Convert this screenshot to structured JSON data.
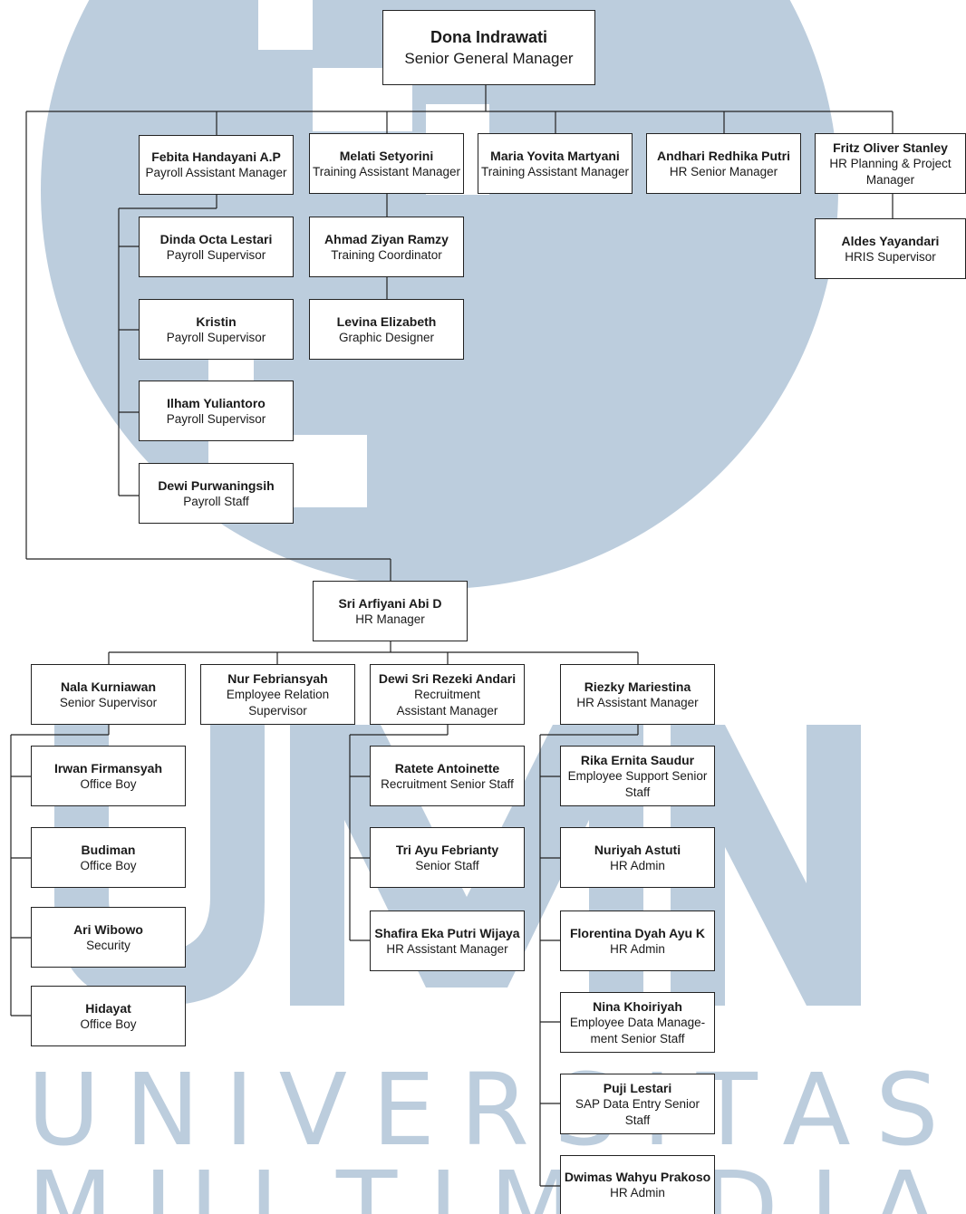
{
  "watermark": {
    "row1": [
      "U",
      "N",
      "I",
      "V",
      "E",
      "R",
      "S",
      "I",
      "T",
      "A",
      "S"
    ],
    "row2": [
      "M",
      "U",
      "L",
      "T",
      "I",
      "M",
      "E",
      "D",
      "I",
      "A"
    ],
    "color": "#bccddd"
  },
  "nodes": {
    "dona": {
      "name": "Dona Indrawati",
      "role": "Senior General Manager"
    },
    "febita": {
      "name": "Febita Handayani A.P",
      "role": "Payroll Assistant Manager"
    },
    "melati": {
      "name": "Melati Setyorini",
      "role": "Training Assistant Manager"
    },
    "maria": {
      "name": "Maria Yovita Martyani",
      "role": "Training Assistant Manager"
    },
    "andhari": {
      "name": "Andhari Redhika Putri",
      "role": "HR Senior Manager"
    },
    "fritz": {
      "name": "Fritz Oliver Stanley",
      "role": "HR Planning & Project Manager"
    },
    "dinda": {
      "name": "Dinda Octa Lestari",
      "role": "Payroll Supervisor"
    },
    "ahmad": {
      "name": "Ahmad Ziyan Ramzy",
      "role": "Training Coordinator"
    },
    "aldes": {
      "name": "Aldes Yayandari",
      "role": "HRIS Supervisor"
    },
    "kristin": {
      "name": "Kristin",
      "role": "Payroll Supervisor"
    },
    "levina": {
      "name": "Levina Elizabeth",
      "role": "Graphic Designer"
    },
    "ilham": {
      "name": "Ilham Yuliantoro",
      "role": "Payroll Supervisor"
    },
    "dewip": {
      "name": "Dewi Purwaningsih",
      "role": "Payroll Staff"
    },
    "sri": {
      "name": "Sri Arfiyani Abi D",
      "role": "HR Manager"
    },
    "nala": {
      "name": "Nala Kurniawan",
      "role": "Senior Supervisor"
    },
    "nur": {
      "name": "Nur Febriansyah",
      "role": "Employee Relation Supervisor"
    },
    "dewisri": {
      "name": "Dewi Sri Rezeki Andari",
      "role": "Recruitment Assistant Manager"
    },
    "riezky": {
      "name": "Riezky Mariestina",
      "role": "HR Assistant Manager"
    },
    "irwan": {
      "name": "Irwan Firmansyah",
      "role": "Office Boy"
    },
    "ratete": {
      "name": "Ratete Antoinette",
      "role": "Recruitment Senior Staff"
    },
    "rika": {
      "name": "Rika Ernita Saudur",
      "role": "Employee Support Senior Staff"
    },
    "budiman": {
      "name": "Budiman",
      "role": "Office Boy"
    },
    "tri": {
      "name": "Tri Ayu Febrianty",
      "role": "Senior Staff"
    },
    "nuriyah": {
      "name": "Nuriyah Astuti",
      "role": "HR Admin"
    },
    "ari": {
      "name": "Ari Wibowo",
      "role": "Security"
    },
    "shafira": {
      "name": "Shafira Eka Putri Wijaya",
      "role": "HR Assistant Manager"
    },
    "florentina": {
      "name": "Florentina Dyah Ayu K",
      "role": "HR Admin"
    },
    "hidayat": {
      "name": "Hidayat",
      "role": "Office Boy"
    },
    "nina": {
      "name": "Nina Khoiriyah",
      "role": "Employee Data Manage-ment Senior Staff"
    },
    "puji": {
      "name": "Puji Lestari",
      "role": "SAP Data Entry Senior Staff"
    },
    "dwimas": {
      "name": "Dwimas Wahyu Prakoso",
      "role": "HR Admin"
    }
  }
}
